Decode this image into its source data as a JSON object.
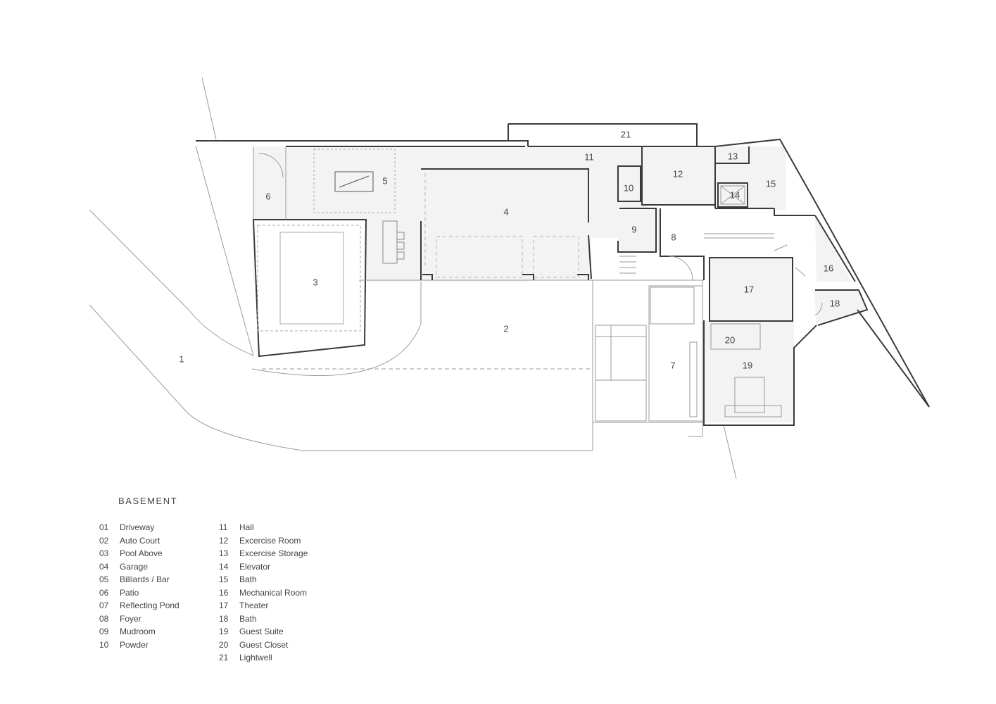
{
  "title": "BASEMENT",
  "legend": {
    "col1": [
      {
        "num": "01",
        "label": "Driveway"
      },
      {
        "num": "02",
        "label": "Auto Court"
      },
      {
        "num": "03",
        "label": "Pool Above"
      },
      {
        "num": "04",
        "label": "Garage"
      },
      {
        "num": "05",
        "label": "Billiards / Bar"
      },
      {
        "num": "06",
        "label": "Patio"
      },
      {
        "num": "07",
        "label": "Reflecting Pond"
      },
      {
        "num": "08",
        "label": "Foyer"
      },
      {
        "num": "09",
        "label": "Mudroom"
      },
      {
        "num": "10",
        "label": "Powder"
      }
    ],
    "col2": [
      {
        "num": "11",
        "label": "Hall"
      },
      {
        "num": "12",
        "label": "Excercise Room"
      },
      {
        "num": "13",
        "label": "Excercise Storage"
      },
      {
        "num": "14",
        "label": "Elevator"
      },
      {
        "num": "15",
        "label": "Bath"
      },
      {
        "num": "16",
        "label": "Mechanical Room"
      },
      {
        "num": "17",
        "label": "Theater"
      },
      {
        "num": "18",
        "label": "Bath"
      },
      {
        "num": "19",
        "label": "Guest Suite"
      },
      {
        "num": "20",
        "label": "Guest Closet"
      },
      {
        "num": "21",
        "label": "Lightwell"
      }
    ]
  },
  "plan_labels": {
    "r1": "1",
    "r2": "2",
    "r3": "3",
    "r4": "4",
    "r5": "5",
    "r6": "6",
    "r7": "7",
    "r8": "8",
    "r9": "9",
    "r10": "10",
    "r11": "11",
    "r12": "12",
    "r13": "13",
    "r14": "14",
    "r15": "15",
    "r16": "16",
    "r17": "17",
    "r18": "18",
    "r19": "19",
    "r20": "20",
    "r21": "21"
  },
  "colors": {
    "wall": "#3a3a3a",
    "fill": "#f3f3f3",
    "thin": "#9a9a9a",
    "dashed": "#b5b5b5"
  }
}
